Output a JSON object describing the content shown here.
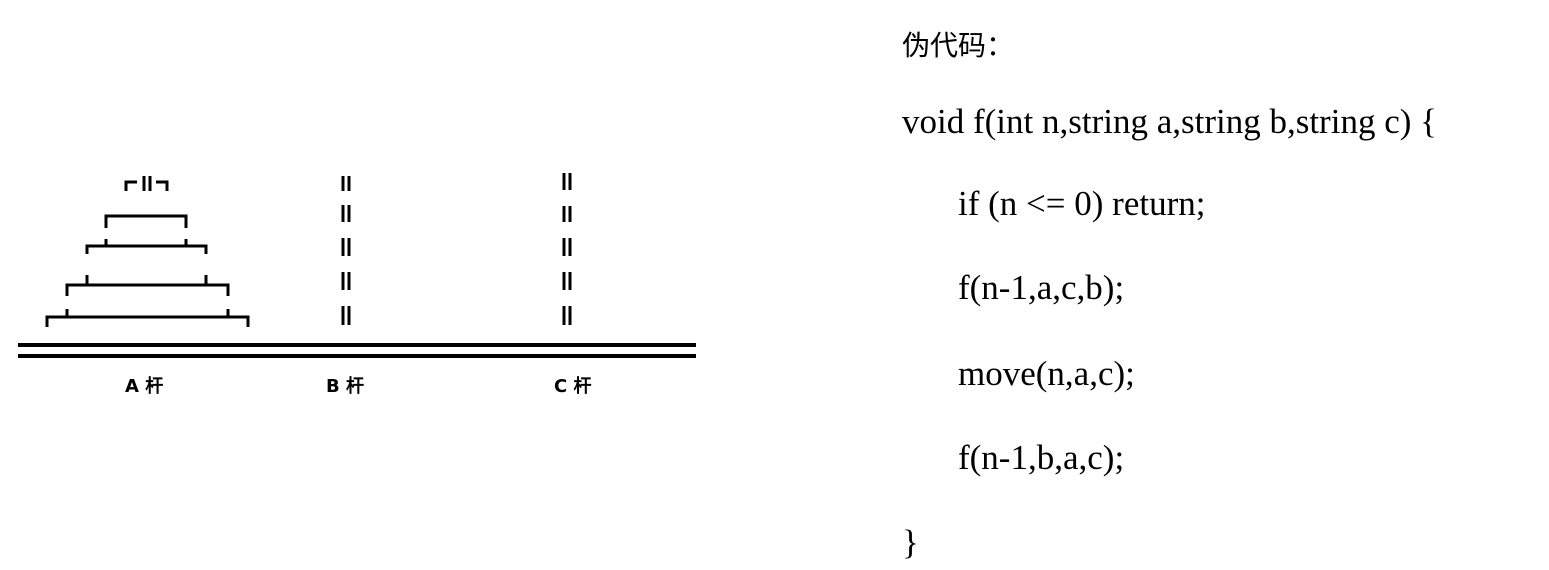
{
  "diagram": {
    "pegs": [
      {
        "id": "A",
        "label": "A 杆"
      },
      {
        "id": "B",
        "label": "B 杆"
      },
      {
        "id": "C",
        "label": "C 杆"
      }
    ],
    "disk_count": 5,
    "disks_on_peg": "A"
  },
  "code": {
    "title": "伪代码：",
    "lines": [
      "void f(int n,string a,string b,string c) {",
      "if (n <= 0) return;",
      "f(n-1,a,c,b);",
      "move(n,a,c);",
      "f(n-1,b,a,c);",
      "}"
    ]
  }
}
